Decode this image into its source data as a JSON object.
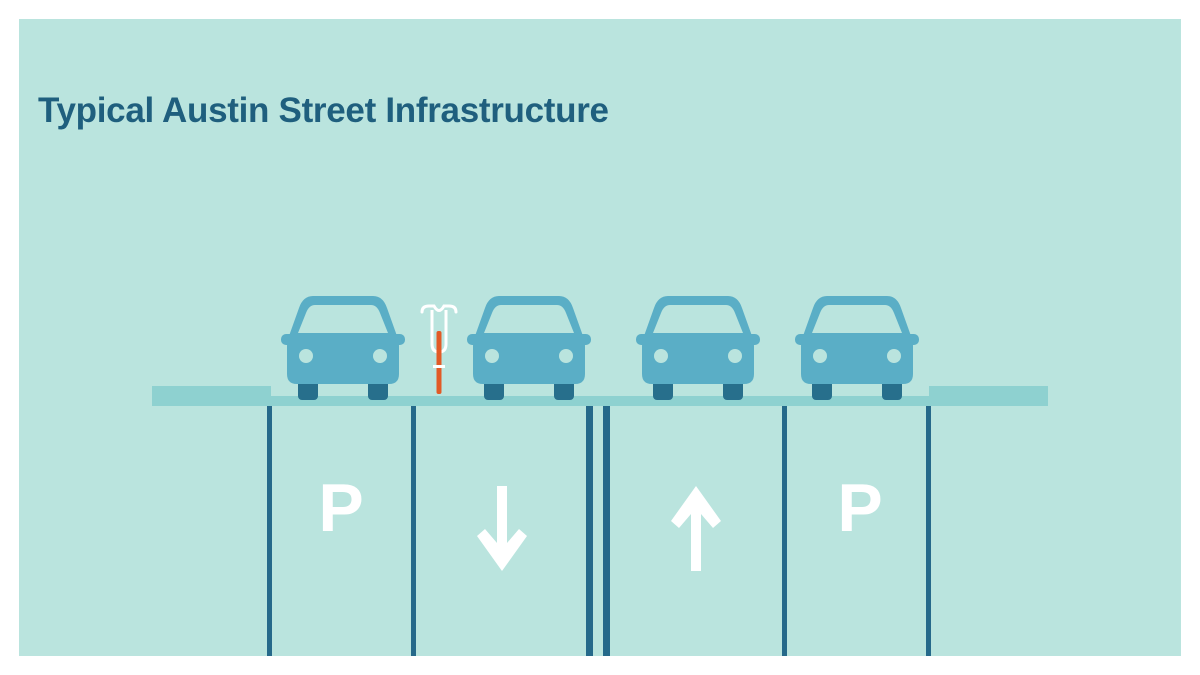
{
  "title": "Typical Austin Street Infrastructure",
  "colors": {
    "background_panel": "#bae4de",
    "title_text": "#1f5f7e",
    "car_body": "#5aaec6",
    "car_window": "#bae4de",
    "car_tire": "#276f8c",
    "curb": "#8ed1d0",
    "lane_line": "#25698a",
    "bike_frame": "#e25a26",
    "bike_outline": "#ffffff",
    "lane_marking": "#ffffff"
  },
  "lanes": [
    {
      "name": "parking-lane-left",
      "label": "P",
      "icon": "parking-p"
    },
    {
      "name": "travel-lane-southbound",
      "label": "",
      "icon": "down-arrow-icon"
    },
    {
      "name": "travel-lane-northbound",
      "label": "",
      "icon": "up-arrow-icon"
    },
    {
      "name": "parking-lane-right",
      "label": "P",
      "icon": "parking-p"
    }
  ],
  "vehicles": [
    {
      "type": "car",
      "icon": "car-icon"
    },
    {
      "type": "bicycle",
      "icon": "bicycle-icon"
    },
    {
      "type": "car",
      "icon": "car-icon"
    },
    {
      "type": "car",
      "icon": "car-icon"
    },
    {
      "type": "car",
      "icon": "car-icon"
    }
  ]
}
